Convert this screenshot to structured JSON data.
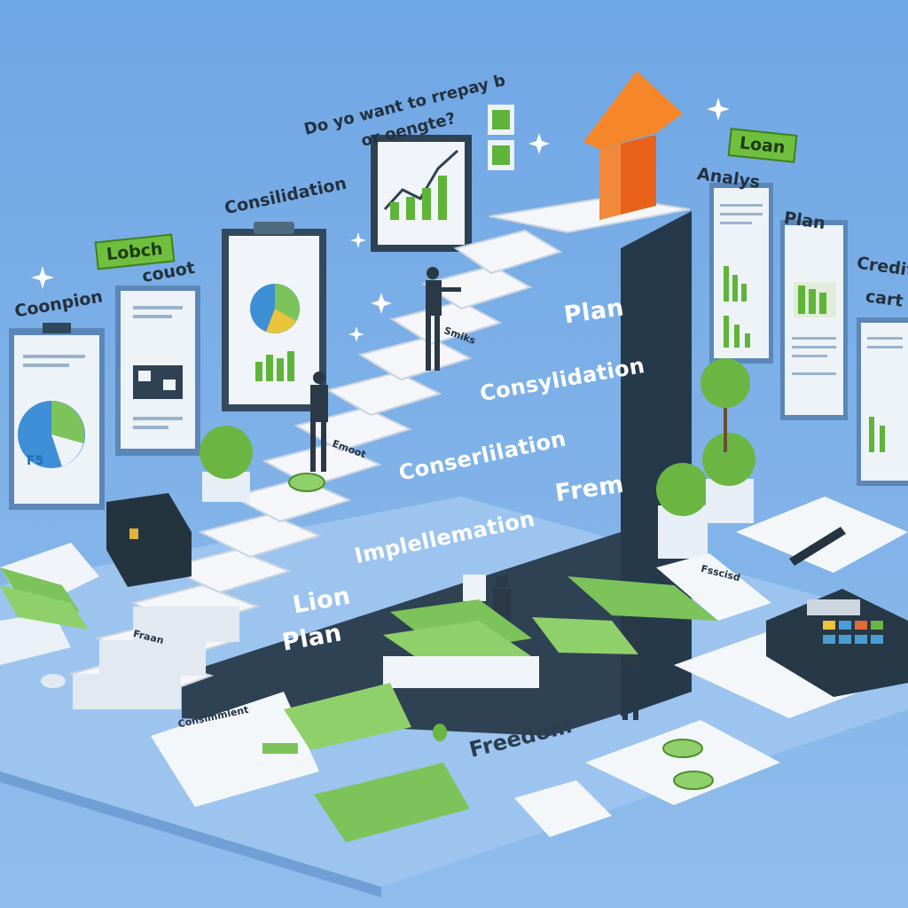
{
  "colors": {
    "background": "#7fb0e6",
    "stair_dark": "#2f4254",
    "step_white": "#f4f6f9",
    "arrow": "#f07a1e",
    "money_green": "#7cc35a",
    "tag_green": "#6fbf3f"
  },
  "floating_text": {
    "question_line1": "Do yo want to rrepay b",
    "question_line2": "or oengte?",
    "consolidation": "Consilidation",
    "compiton": "Coonpion",
    "couot": "couot",
    "analys": "Analys",
    "plan_right": "Plan",
    "credit": "Credit",
    "cart": "cart"
  },
  "tags": {
    "lobch": "Lobch",
    "loan": "Loan"
  },
  "staircase_labels": {
    "plan_top": "Plan",
    "consylidation": "Consylidation",
    "conserlilation": "Conserlilation",
    "frem": "Frem",
    "implellemation": "Implellemation",
    "lion": "Lion",
    "plan_bottom": "Plan"
  },
  "floor_text": {
    "freedom": "Freedom",
    "fraan": "Fraan",
    "fsscisd": "Fsscisd",
    "consimmlent": "Consimmlent",
    "fs": "F5",
    "step_note_1": "Smiks",
    "step_note_2": "Emoot"
  },
  "icons": [
    "arrow-up-icon",
    "pie-chart-icon",
    "bar-chart-icon",
    "line-chart-icon",
    "briefcase-icon",
    "calculator-icon",
    "pen-icon",
    "coin-icon",
    "banknote-icon",
    "plant-icon",
    "sparkle-icon"
  ]
}
